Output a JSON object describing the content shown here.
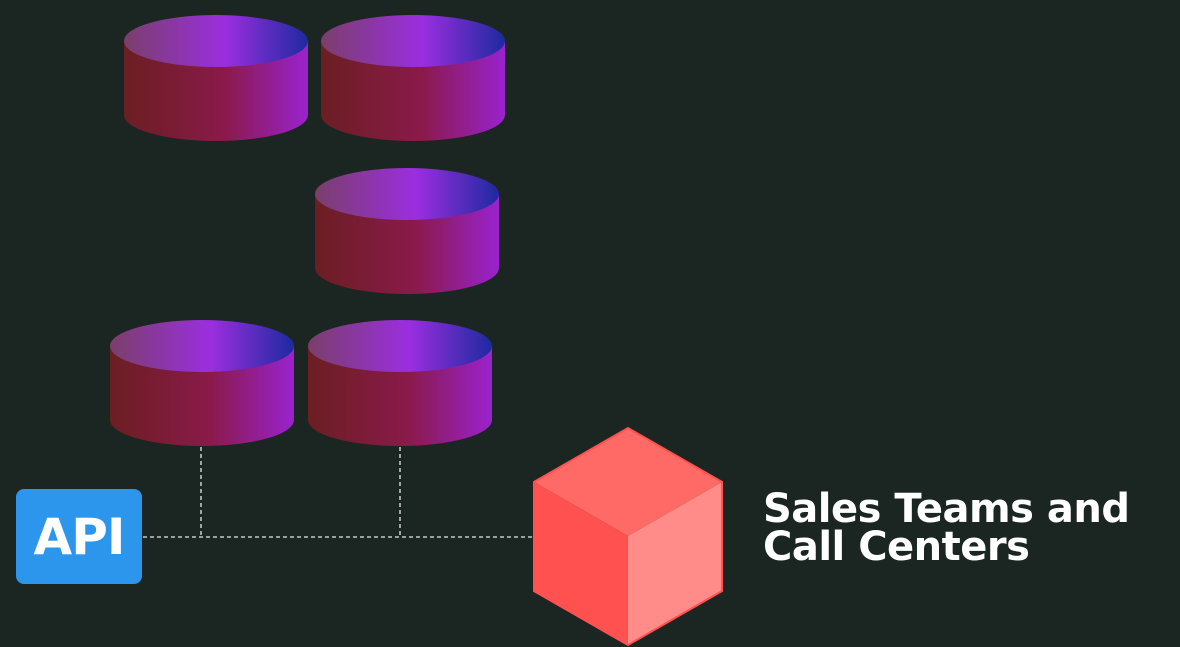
{
  "diagram": {
    "api_label": "API",
    "target_label_line1": "Sales Teams and",
    "target_label_line2": "Call Centers"
  },
  "nodes": [
    {
      "name": "database-cylinder-1",
      "icon": "database-cylinder-icon"
    },
    {
      "name": "database-cylinder-2",
      "icon": "database-cylinder-icon"
    },
    {
      "name": "database-cylinder-3",
      "icon": "database-cylinder-icon"
    },
    {
      "name": "database-cylinder-4",
      "icon": "database-cylinder-icon"
    },
    {
      "name": "database-cylinder-5",
      "icon": "database-cylinder-icon"
    }
  ],
  "colors": {
    "background": "#1b2622",
    "api_badge": "#2b96ec",
    "cube_top": "#ff6a66",
    "cube_left": "#ff5250",
    "cube_right": "#ff8c88",
    "cylinder_side_left": "#6b1e22",
    "cylinder_side_right": "#9a22cf",
    "connector": "#e8e8e8"
  }
}
